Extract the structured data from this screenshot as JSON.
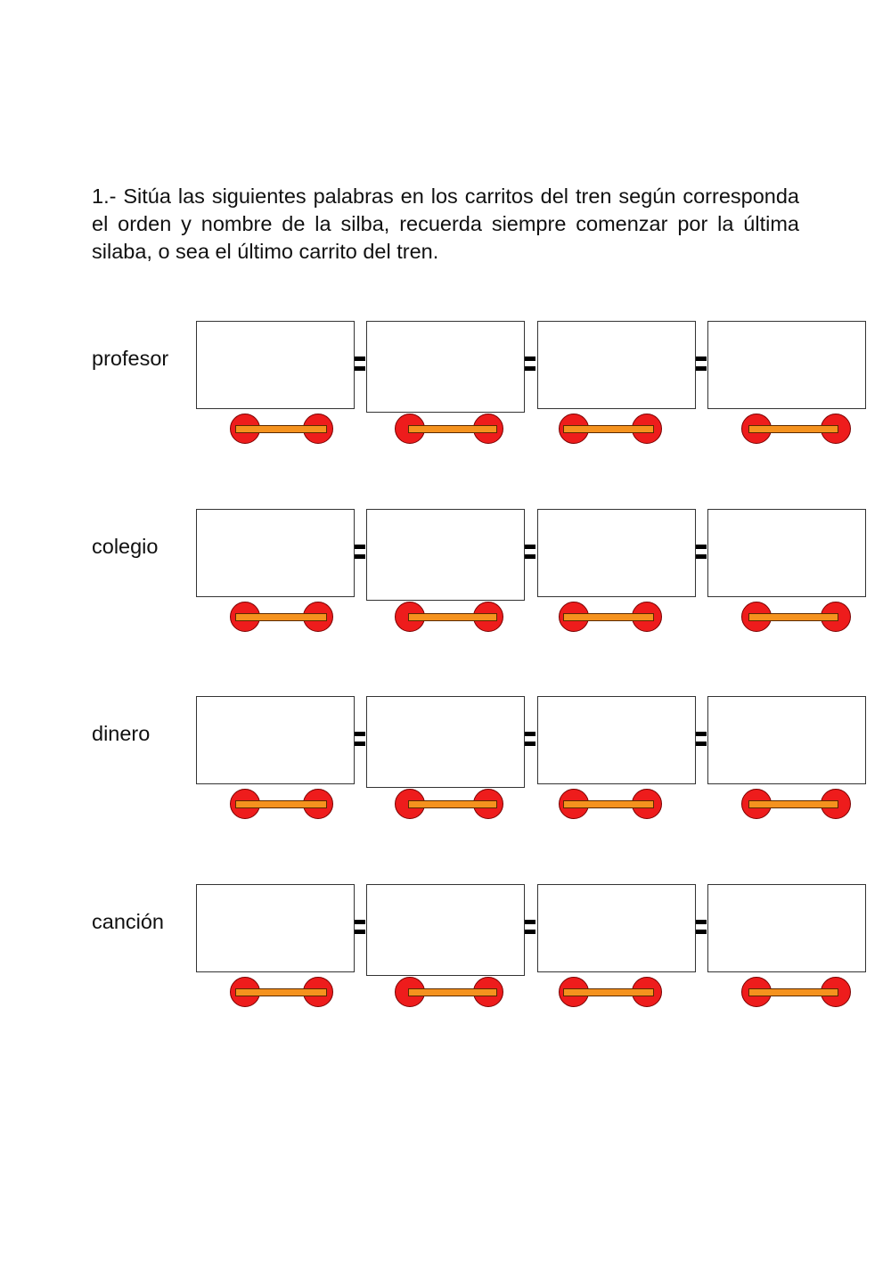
{
  "instructions": "1.- Sitúa las siguientes palabras en los carritos del tren según corresponda el orden y nombre de la silba, recuerda siempre comenzar por la última silaba, o sea el último carrito del tren.",
  "words": [
    {
      "label": "profesor"
    },
    {
      "label": "colegio"
    },
    {
      "label": "dinero"
    },
    {
      "label": "canción"
    }
  ],
  "colors": {
    "wheel": "#ee1c1c",
    "axle": "#f5921e",
    "box_border": "#333333",
    "coupler": "#000000"
  }
}
